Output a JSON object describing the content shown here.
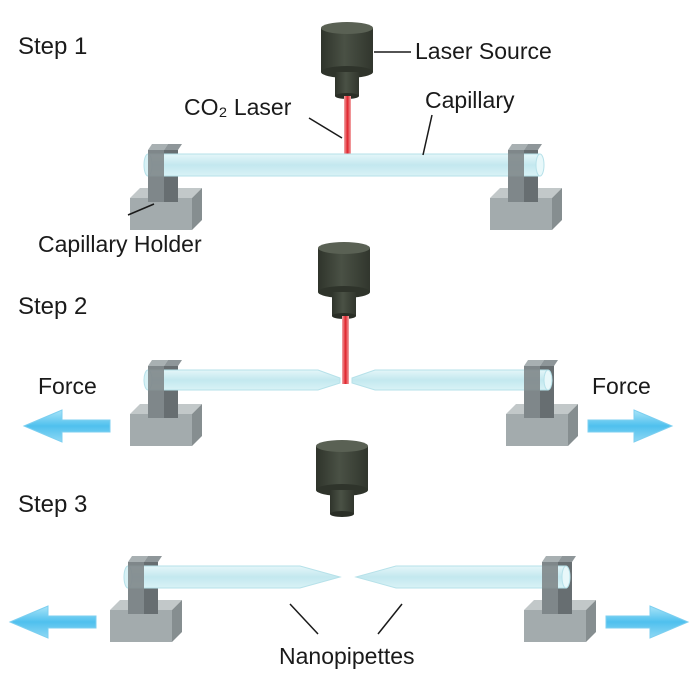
{
  "steps": [
    {
      "label": "Step 1"
    },
    {
      "label": "Step 2"
    },
    {
      "label": "Step 3"
    }
  ],
  "annotations": {
    "laser_source": "Laser Source",
    "co2_laser": "CO₂ Laser",
    "capillary": "Capillary",
    "capillary_holder": "Capillary Holder",
    "force_left": "Force",
    "force_right": "Force",
    "nanopipettes": "Nanopipettes"
  },
  "colors": {
    "laser_source": "#3e4438",
    "laser_beam": "#e3272e",
    "capillary": "#cfeef3",
    "holder": "#9aa3a5",
    "holder_clamp": "#6f7678",
    "arrow": "#62c8ef"
  }
}
